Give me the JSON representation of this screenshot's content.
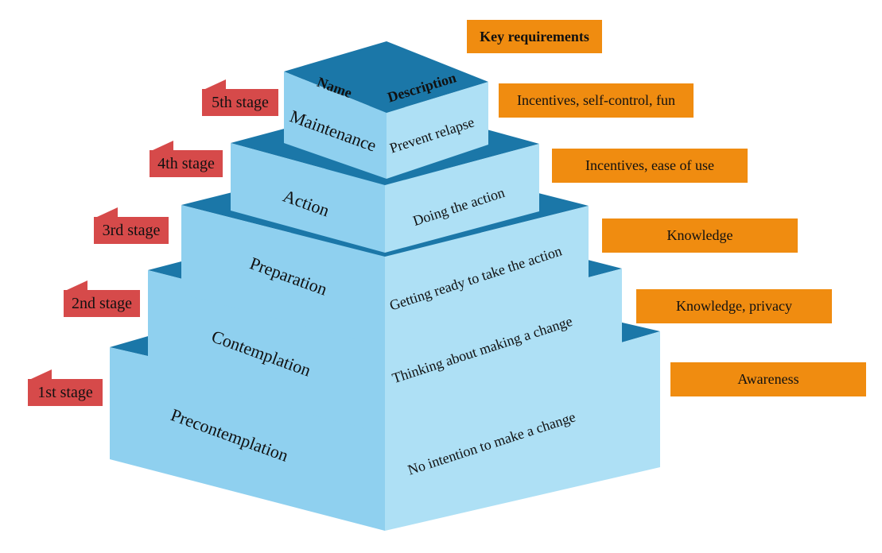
{
  "header": {
    "key_requirements": "Key requirements",
    "name_col": "Name",
    "description_col": "Description"
  },
  "colors": {
    "top_face": "#1b77a8",
    "left_face": "#8fd0ef",
    "right_face": "#aee0f5",
    "stage_label": "#d64a4a",
    "requirement": "#f08c10"
  },
  "tiers": [
    {
      "stage": "5th stage",
      "name": "Maintenance",
      "description": "Prevent relapse",
      "requirement": "Incentives, self-control, fun"
    },
    {
      "stage": "4th stage",
      "name": "Action",
      "description": "Doing the action",
      "requirement": "Incentives, ease of use"
    },
    {
      "stage": "3rd stage",
      "name": "Preparation",
      "description": "Getting ready to take the action",
      "requirement": "Knowledge"
    },
    {
      "stage": "2nd stage",
      "name": "Contemplation",
      "description": "Thinking about making a change",
      "requirement": "Knowledge, privacy"
    },
    {
      "stage": "1st stage",
      "name": "Precontemplation",
      "description": "No intention to make a change",
      "requirement": "Awareness"
    }
  ]
}
